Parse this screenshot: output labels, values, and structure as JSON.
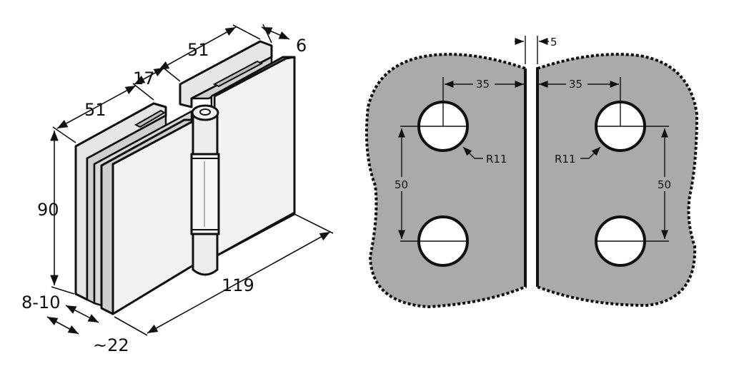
{
  "left_view": {
    "dimensions": {
      "width_left": "51",
      "gap": "17",
      "width_right": "51",
      "thickness": "6",
      "height": "90",
      "length": "119",
      "glass": "8-10",
      "depth": "~22"
    }
  },
  "right_view": {
    "dimensions": {
      "gap": "5",
      "offset_left": "35",
      "offset_right": "35",
      "radius_left": "R11",
      "radius_right": "R11",
      "spacing_left": "50",
      "spacing_right": "50"
    }
  },
  "colors": {
    "glass_fill": "#aaaaaa",
    "outline": "#111111",
    "plate_face": "#f2f2f2"
  }
}
